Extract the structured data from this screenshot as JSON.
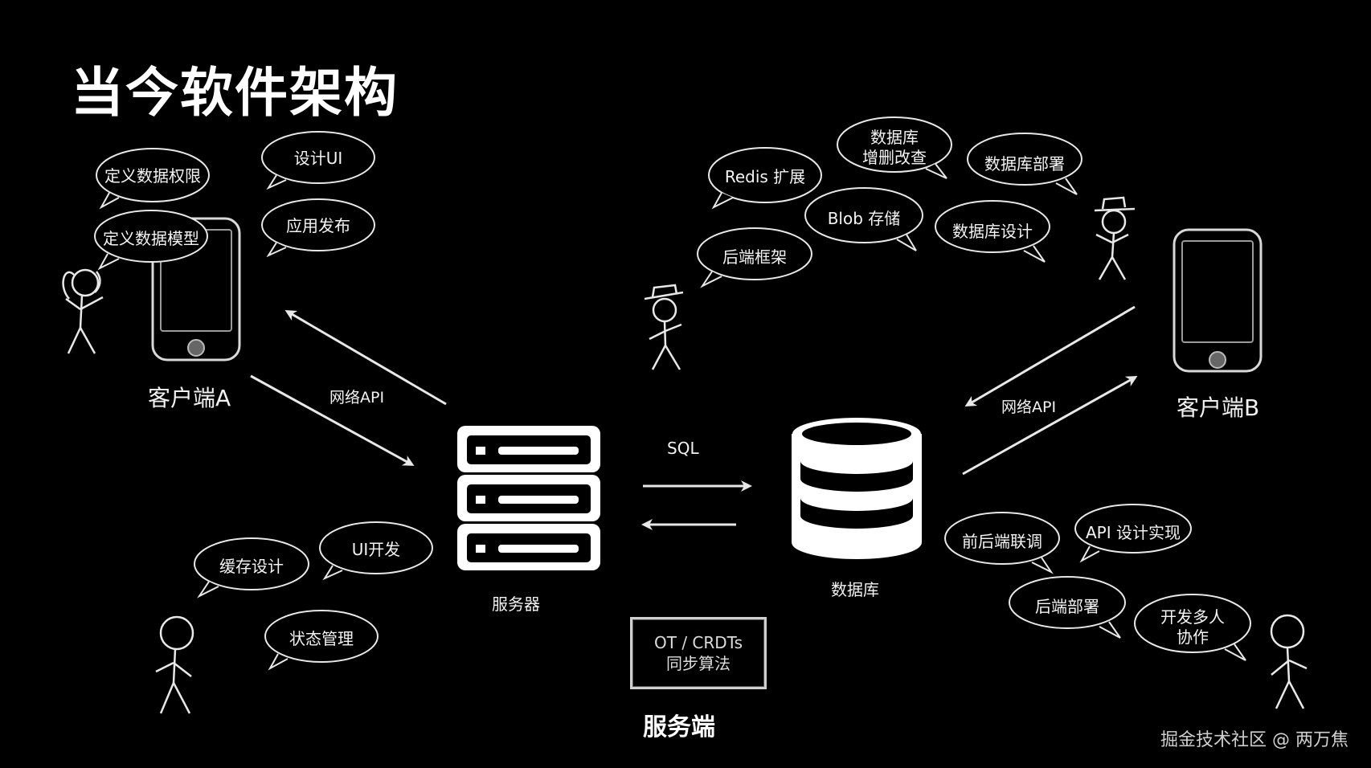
{
  "title": "当今软件架构",
  "client_a": {
    "label": "客户端A",
    "bubbles": [
      "定义数据权限",
      "设计UI",
      "定义数据模型",
      "应用发布"
    ]
  },
  "client_b": {
    "label": "客户端B"
  },
  "api_label_left": "网络API",
  "api_label_right": "网络API",
  "sql_label": "SQL",
  "server": {
    "label": "服务器",
    "bubbles": [
      "缓存设计",
      "UI开发",
      "状态管理"
    ]
  },
  "database": {
    "label": "数据库"
  },
  "backend_bubbles": [
    "Redis 扩展",
    "数据库\n增删改查",
    "数据库部署",
    "Blob 存储",
    "数据库设计",
    "后端框架"
  ],
  "fullstack_bubbles": [
    "前后端联调",
    "API 设计实现",
    "后端部署",
    "开发多人\n协作"
  ],
  "algo_box": {
    "line1": "OT / CRDTs",
    "line2": "同步算法"
  },
  "server_side_title": "服务端",
  "watermark": "掘金技术社区 @ 两万焦",
  "colors": {
    "background": "#000000",
    "stroke": "#e8e8e8",
    "text": "#f2f2f2"
  }
}
